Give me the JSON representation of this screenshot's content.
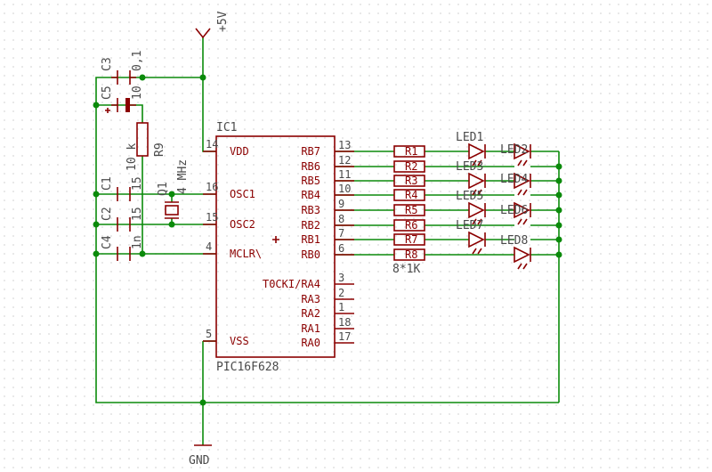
{
  "power": {
    "vcc_label": "+5V",
    "gnd_label": "GND"
  },
  "ic": {
    "name": "IC1",
    "part": "PIC16F628",
    "left_pins": [
      {
        "name": "VDD",
        "num": "14"
      },
      {
        "name": "OSC1",
        "num": "16"
      },
      {
        "name": "OSC2",
        "num": "15"
      },
      {
        "name": "MCLR\\",
        "num": "4"
      },
      {
        "name": "VSS",
        "num": "5"
      }
    ],
    "right_pins": [
      {
        "name": "RB7",
        "num": "13"
      },
      {
        "name": "RB6",
        "num": "12"
      },
      {
        "name": "RB5",
        "num": "11"
      },
      {
        "name": "RB4",
        "num": "10"
      },
      {
        "name": "RB3",
        "num": "9"
      },
      {
        "name": "RB2",
        "num": "8"
      },
      {
        "name": "RB1",
        "num": "7"
      },
      {
        "name": "RB0",
        "num": "6"
      },
      {
        "name": "T0CKI/RA4",
        "num": "3"
      },
      {
        "name": "RA3",
        "num": "2"
      },
      {
        "name": "RA2",
        "num": "1"
      },
      {
        "name": "RA1",
        "num": "18"
      },
      {
        "name": "RA0",
        "num": "17"
      }
    ]
  },
  "components": {
    "c3": {
      "name": "C3",
      "value": "0,1"
    },
    "c5": {
      "name": "C5",
      "value": "10"
    },
    "r9": {
      "name": "R9",
      "value": "10 k"
    },
    "c1": {
      "name": "C1",
      "value": "15"
    },
    "c2": {
      "name": "C2",
      "value": "15"
    },
    "c4": {
      "name": "C4",
      "value": "1n"
    },
    "q1": {
      "name": "Q1",
      "value": "4 MHz"
    }
  },
  "resistor_array": {
    "value": "8*1K",
    "labels": [
      "R1",
      "R2",
      "R3",
      "R4",
      "R5",
      "R6",
      "R7",
      "R8"
    ]
  },
  "leds": [
    "LED1",
    "LED2",
    "LED3",
    "LED4",
    "LED5",
    "LED6",
    "LED7",
    "LED8"
  ]
}
